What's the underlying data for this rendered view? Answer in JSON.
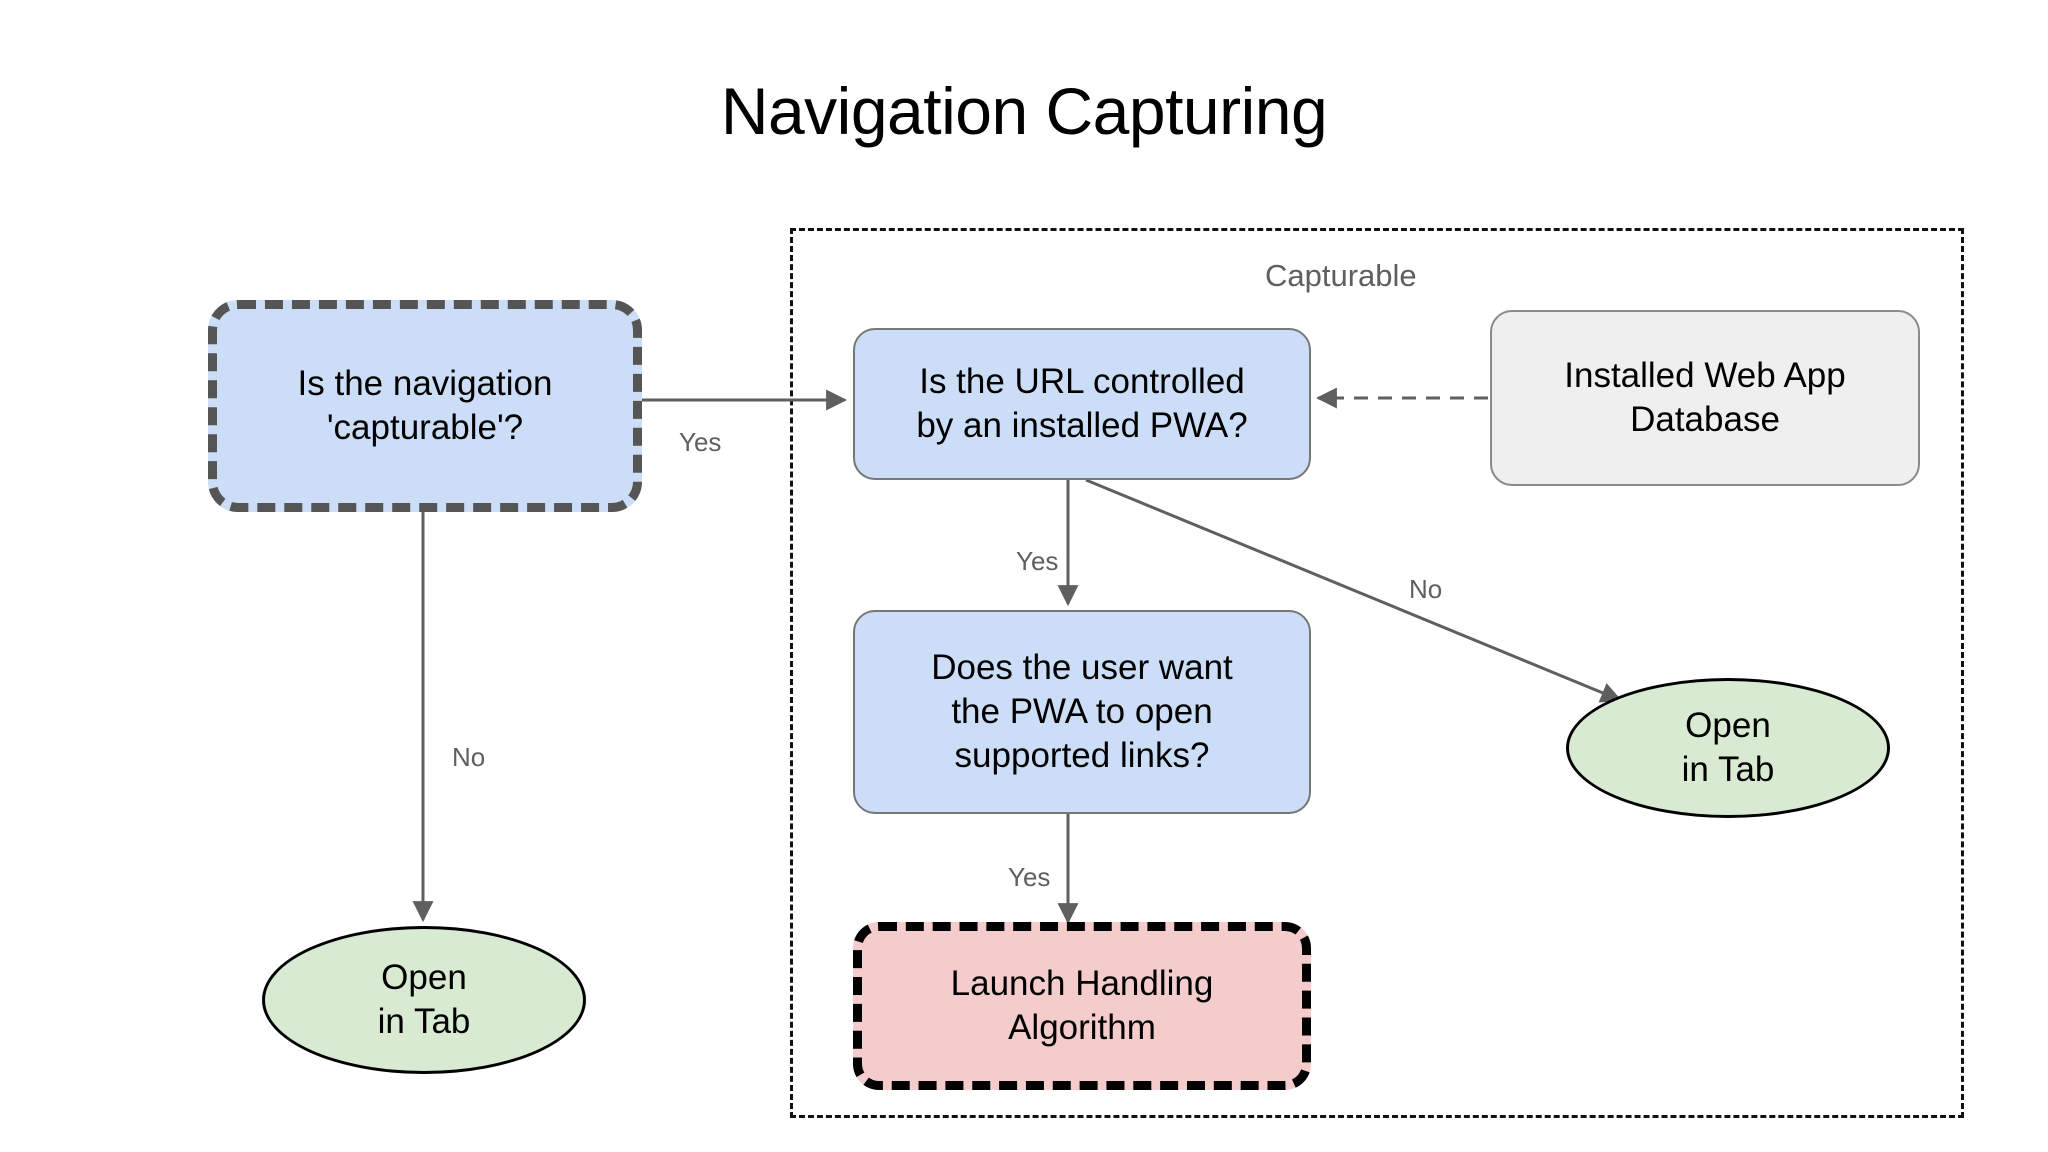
{
  "title": "Navigation Capturing",
  "group": {
    "name": "capturable-group",
    "label": "Capturable",
    "border_style": "dashed",
    "border_color": "#111111"
  },
  "colors": {
    "decision_fill": "#cbddf7",
    "datastore_fill": "#efefef",
    "terminal_fill": "#f4cccc",
    "ellipse_fill": "#d9ead3",
    "dashed_border_gray": "#555555",
    "dashed_border_black": "#000000",
    "edge_stroke": "#5f5f5f",
    "label_text": "#5f5f5f",
    "title_text": "#000000"
  },
  "nodes": [
    {
      "id": "is-navigation-capturable",
      "label": "Is the navigation\n'capturable'?",
      "shape": "rounded-rect",
      "style": "decision-dashed",
      "fill": "#cbddf7"
    },
    {
      "id": "is-url-controlled-by-pwa",
      "label": "Is the URL controlled\nby an installed PWA?",
      "shape": "rounded-rect",
      "style": "decision",
      "fill": "#cbddf7"
    },
    {
      "id": "installed-web-app-database",
      "label": "Installed Web App\nDatabase",
      "shape": "rounded-rect",
      "style": "datastore",
      "fill": "#efefef"
    },
    {
      "id": "does-user-want-pwa-open-links",
      "label": "Does the user want\nthe PWA to open\nsupported links?",
      "shape": "rounded-rect",
      "style": "decision",
      "fill": "#cbddf7"
    },
    {
      "id": "launch-handling-algorithm",
      "label": "Launch Handling\nAlgorithm",
      "shape": "rounded-rect",
      "style": "terminal-dashed",
      "fill": "#f4cccc"
    },
    {
      "id": "open-in-tab-left",
      "label": "Open\nin Tab",
      "shape": "ellipse",
      "style": "ellipse",
      "fill": "#d9ead3"
    },
    {
      "id": "open-in-tab-right",
      "label": "Open\nin Tab",
      "shape": "ellipse",
      "style": "ellipse",
      "fill": "#d9ead3"
    }
  ],
  "edges": [
    {
      "id": "capturable-yes",
      "from": "is-navigation-capturable",
      "to": "is-url-controlled-by-pwa",
      "label": "Yes",
      "style": "solid",
      "arrow": "end"
    },
    {
      "id": "capturable-no",
      "from": "is-navigation-capturable",
      "to": "open-in-tab-left",
      "label": "No",
      "style": "solid",
      "arrow": "end"
    },
    {
      "id": "url-controlled-yes",
      "from": "is-url-controlled-by-pwa",
      "to": "does-user-want-pwa-open-links",
      "label": "Yes",
      "style": "solid",
      "arrow": "end"
    },
    {
      "id": "url-controlled-no",
      "from": "is-url-controlled-by-pwa",
      "to": "open-in-tab-right",
      "label": "No",
      "style": "solid",
      "arrow": "end"
    },
    {
      "id": "database-lookup",
      "from": "installed-web-app-database",
      "to": "is-url-controlled-by-pwa",
      "label": "",
      "style": "dashed",
      "arrow": "end"
    },
    {
      "id": "user-wants-yes",
      "from": "does-user-want-pwa-open-links",
      "to": "launch-handling-algorithm",
      "label": "Yes",
      "style": "solid",
      "arrow": "end"
    }
  ],
  "edge_labels": {
    "capturable_yes": "Yes",
    "capturable_no": "No",
    "url_yes": "Yes",
    "url_no": "No",
    "user_yes": "Yes"
  }
}
